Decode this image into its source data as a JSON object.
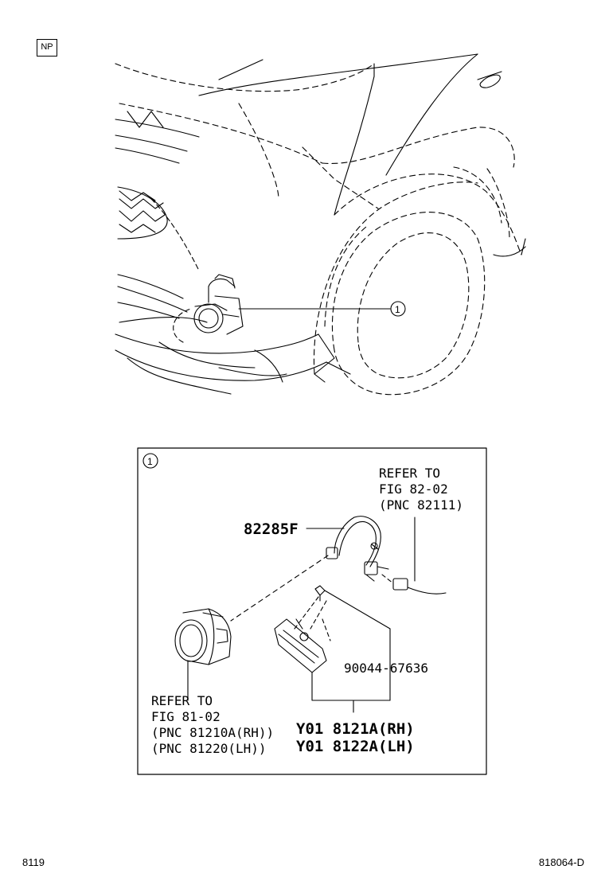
{
  "badge": "NP",
  "callout_number": "1",
  "detail": {
    "callout_number": "1",
    "refer_top": [
      "REFER TO",
      "FIG 82-02",
      "(PNC 82111)"
    ],
    "part_wire": "82285F",
    "part_bolt": "90044-67636",
    "refer_bottom": [
      "REFER TO",
      "FIG 81-02",
      "(PNC 81210A(RH))",
      "(PNC 81220(LH))"
    ],
    "part_lamp_rh": "Y01 8121A(RH)",
    "part_lamp_lh": "Y01 8122A(LH)"
  },
  "footer": {
    "left": "8119",
    "right": "818064-D"
  }
}
